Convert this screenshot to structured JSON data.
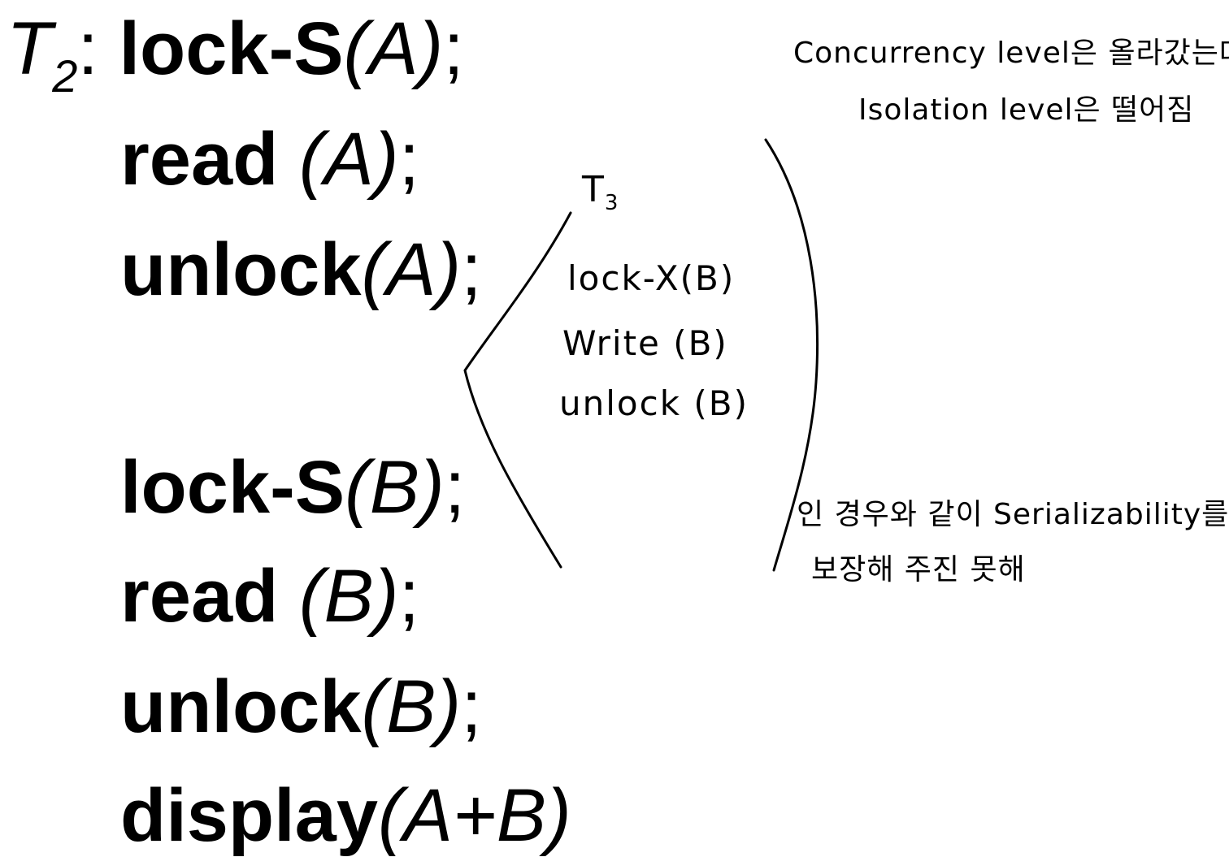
{
  "t2": {
    "name": "T",
    "subscript": "2",
    "colon": ":",
    "lines": [
      {
        "keyword": "lock-S",
        "arg": "(A)",
        "end": ";"
      },
      {
        "keyword": "read ",
        "arg": "(A)",
        "end": ";"
      },
      {
        "keyword": "unlock",
        "arg": "(A)",
        "end": ";"
      },
      {
        "keyword": "lock-S",
        "arg": "(B)",
        "end": ";"
      },
      {
        "keyword": "read ",
        "arg": "(B)",
        "end": ";"
      },
      {
        "keyword": "unlock",
        "arg": "(B)",
        "end": ";"
      },
      {
        "keyword": "display",
        "arg": "(A+B)",
        "end": ""
      }
    ]
  },
  "t3": {
    "name": "T",
    "subscript": "3",
    "ops": [
      "lock-X(B)",
      "Write (B)",
      "unlock (B)"
    ]
  },
  "notes": {
    "top_line1": "Concurrency level은 올라갔는데",
    "top_line2": "Isolation level은 떨어짐",
    "bottom_line1": "인 경우와 같이 Serializability를",
    "bottom_line2": "보장해 주진 못해"
  }
}
